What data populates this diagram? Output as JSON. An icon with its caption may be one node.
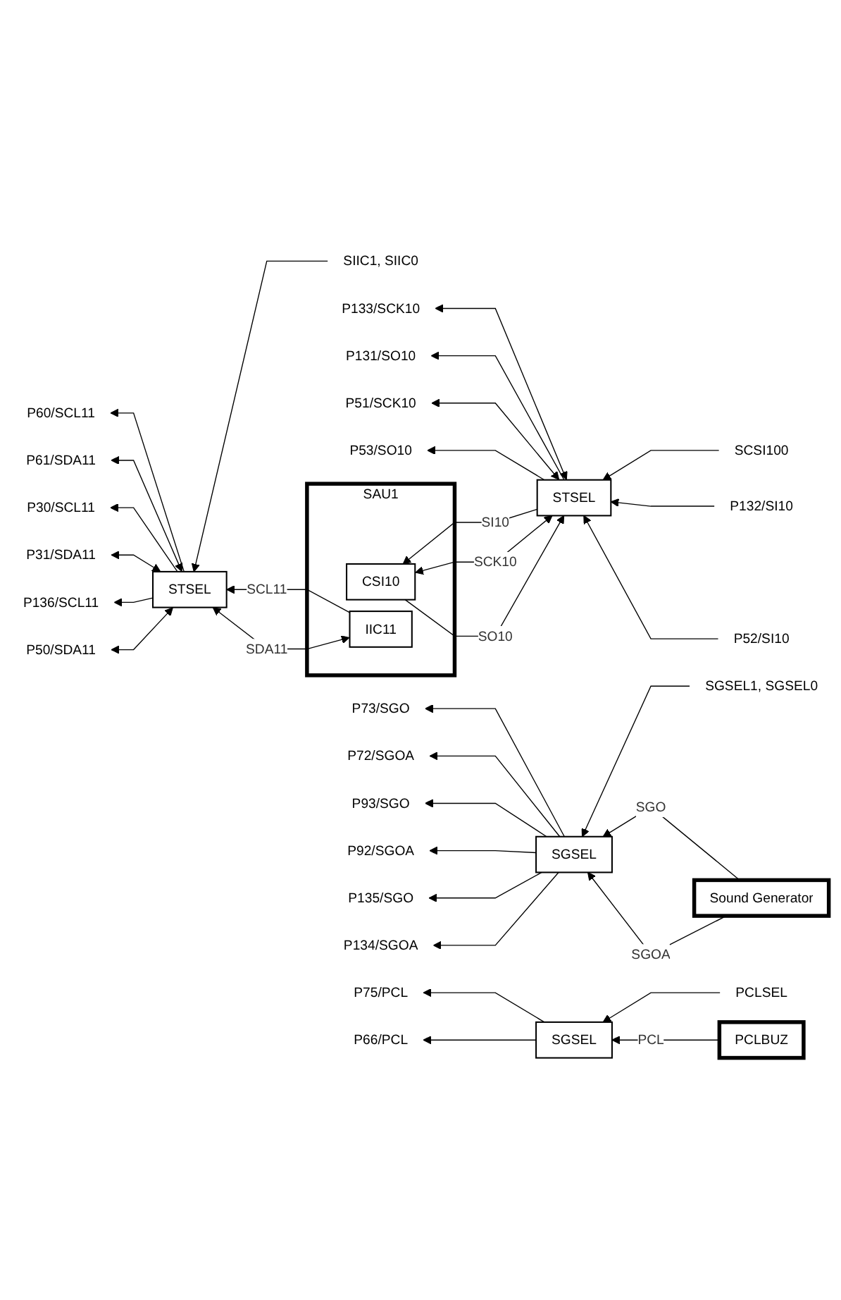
{
  "diagram": {
    "nodes": [
      {
        "text": [
          "SCSI100"
        ]
      },
      {
        "text": [
          "P133/SCK10"
        ]
      },
      {
        "text": [
          "P132/SI10"
        ]
      },
      {
        "text": [
          "P131/SO10"
        ]
      },
      {
        "text": [
          "P51/SCK10"
        ]
      },
      {
        "text": [
          "P52/SI10"
        ]
      },
      {
        "text": [
          "P53/SO10"
        ]
      },
      {
        "text": [
          "STSEL"
        ]
      },
      {
        "text": [
          "SAU1"
        ]
      },
      {
        "text": [
          "CSI10"
        ],
        "in": 8
      },
      {
        "text": [
          "SIIC1, SIIC0"
        ]
      },
      {
        "text": [
          "P60/SCL11"
        ]
      },
      {
        "text": [
          "P61/SDA11"
        ]
      },
      {
        "text": [
          "P30/SCL11"
        ]
      },
      {
        "text": [
          "P31/SDA11"
        ]
      },
      {
        "text": [
          "P136/SCL11"
        ]
      },
      {
        "text": [
          "P50/SDA11"
        ]
      },
      {
        "text": [
          "STSEL"
        ]
      },
      {
        "text": [
          "IIC11"
        ],
        "in": 8
      },
      {
        "text": [
          "SGSEL1, SGSEL0"
        ]
      },
      {
        "text": [
          "P73/SGO"
        ]
      },
      {
        "text": [
          "P72/SGOA"
        ]
      },
      {
        "text": [
          "P93/SGO"
        ]
      },
      {
        "text": [
          "P92/SGOA"
        ]
      },
      {
        "text": [
          "P135/SGO"
        ]
      },
      {
        "text": [
          "P134/SGOA"
        ]
      },
      {
        "text": [
          "SGSEL"
        ]
      },
      {
        "text": [
          "Sound Generator"
        ]
      },
      {
        "text": [
          "PCLSEL"
        ]
      },
      {
        "text": [
          "P75/PCL"
        ]
      },
      {
        "text": [
          "P66/PCL"
        ]
      },
      {
        "text": [
          "SGSEL"
        ]
      },
      {
        "text": [
          "PCLBUZ"
        ]
      }
    ],
    "edges": [
      {
        "from": 0,
        "to": 7,
        "arrow": "to"
      },
      {
        "from": 7,
        "to": 1,
        "arrow": "both"
      },
      {
        "from": 2,
        "to": 7,
        "arrow": "to"
      },
      {
        "from": 7,
        "to": 3,
        "arrow": "to"
      },
      {
        "from": 7,
        "to": 4,
        "arrow": "both"
      },
      {
        "from": 5,
        "to": 7,
        "arrow": "to"
      },
      {
        "from": 7,
        "to": 6,
        "arrow": "to"
      },
      {
        "from": 9,
        "to": 7,
        "arrow": "both",
        "label": "SCK10"
      },
      {
        "from": 7,
        "to": 9,
        "arrow": "to",
        "label": "SI10"
      },
      {
        "from": 9,
        "to": 7,
        "arrow": "to",
        "label": "SO10"
      },
      {
        "from": 10,
        "to": 17,
        "arrow": "to"
      },
      {
        "from": 17,
        "to": 11,
        "arrow": "to"
      },
      {
        "from": 17,
        "to": 12,
        "arrow": "both"
      },
      {
        "from": 17,
        "to": 13,
        "arrow": "to"
      },
      {
        "from": 17,
        "to": 14,
        "arrow": "both"
      },
      {
        "from": 17,
        "to": 15,
        "arrow": "to"
      },
      {
        "from": 17,
        "to": 16,
        "arrow": "both"
      },
      {
        "from": 18,
        "to": 17,
        "arrow": "to",
        "label": "SCL11"
      },
      {
        "from": 18,
        "to": 17,
        "arrow": "both",
        "label": "SDA11"
      },
      {
        "from": 19,
        "to": 26,
        "arrow": "to"
      },
      {
        "from": 26,
        "to": 20,
        "arrow": "to"
      },
      {
        "from": 26,
        "to": 21,
        "arrow": "to"
      },
      {
        "from": 26,
        "to": 22,
        "arrow": "to"
      },
      {
        "from": 26,
        "to": 23,
        "arrow": "to"
      },
      {
        "from": 26,
        "to": 24,
        "arrow": "to"
      },
      {
        "from": 26,
        "to": 25,
        "arrow": "to"
      },
      {
        "from": 27,
        "to": 26,
        "arrow": "to",
        "label": "SGO"
      },
      {
        "from": 27,
        "to": 26,
        "arrow": "to",
        "label": "SGOA"
      },
      {
        "from": 28,
        "to": 31,
        "arrow": "to"
      },
      {
        "from": 31,
        "to": 29,
        "arrow": "to"
      },
      {
        "from": 31,
        "to": 30,
        "arrow": "to"
      },
      {
        "from": 32,
        "to": 31,
        "arrow": "to",
        "label": "PCL"
      }
    ]
  }
}
